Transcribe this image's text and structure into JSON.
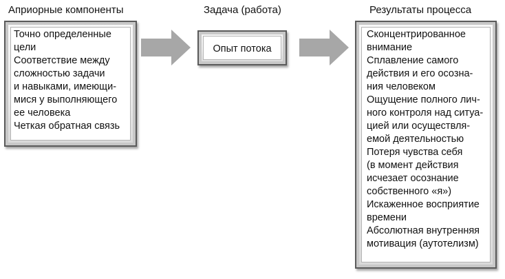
{
  "headings": {
    "left": "Априорные компоненты",
    "middle": "Задача (работа)",
    "right": "Результаты процесса"
  },
  "boxes": {
    "left": {
      "lines": [
        "Точно определенные",
        "цели",
        "Соответствие между",
        "сложностью задачи",
        "и навыками, имеющи-",
        "мися у выполняющего",
        "ее человека",
        "Четкая обратная связь"
      ]
    },
    "middle": {
      "lines": [
        "Опыт потока"
      ]
    },
    "right": {
      "lines": [
        "Сконцентрированное",
        "внимание",
        "Сплавление самого",
        "действия и его осозна-",
        "ния человеком",
        "Ощущение полного лич-",
        "ного контроля над ситуа-",
        "цией или осуществля-",
        "емой деятельностью",
        "Потеря чувства себя",
        "(в момент действия",
        "исчезает осознание",
        "собственного «я»)",
        "Искаженное восприятие",
        "времени",
        "Абсолютная внутренняя",
        "мотивация (аутотелизм)"
      ]
    }
  },
  "arrow_color": "#a7a7a7"
}
